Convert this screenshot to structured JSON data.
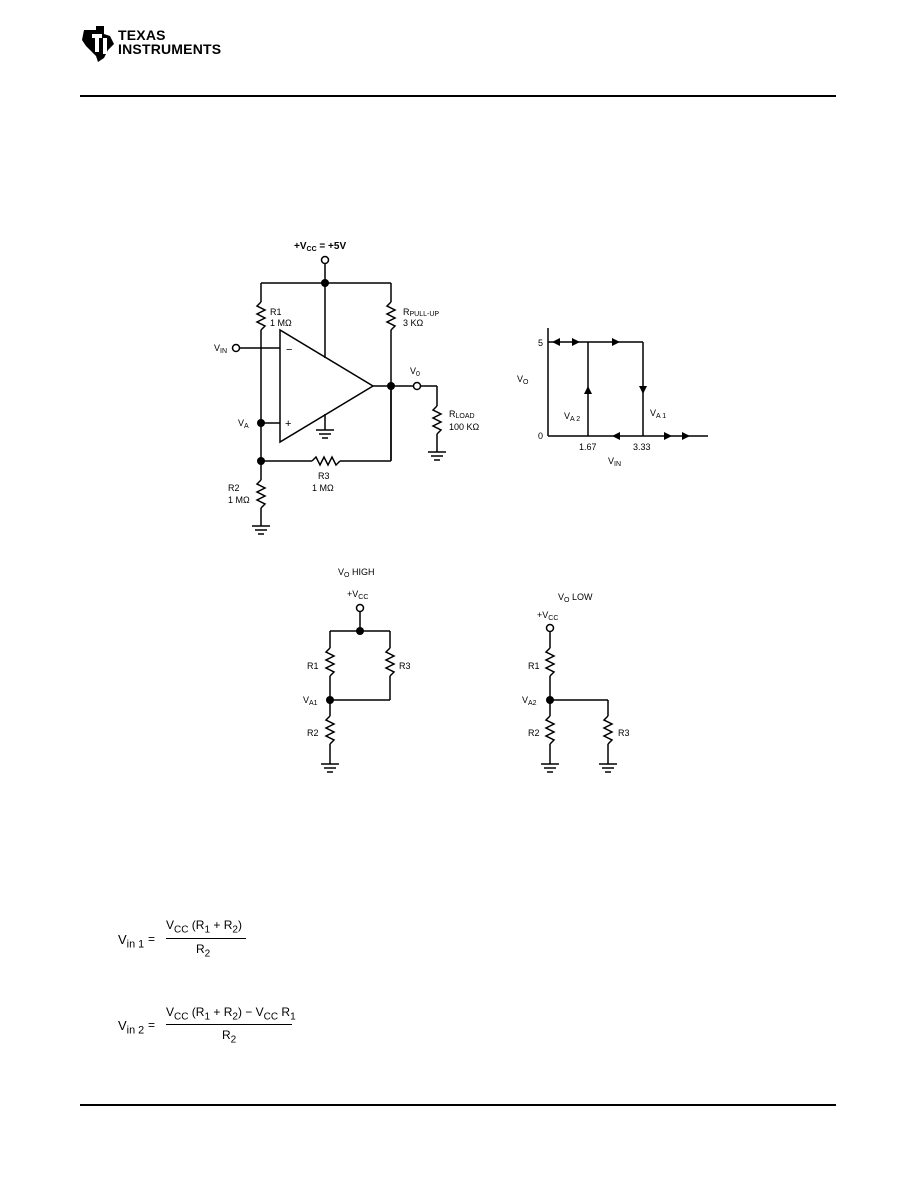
{
  "header": {
    "brand_line1": "TEXAS",
    "brand_line2": "INSTRUMENTS",
    "logo_icon": "ti-state-outline-icon"
  },
  "schematic": {
    "supply_label": "+V",
    "supply_sub": "CC",
    "supply_value": " = +5V",
    "r1_name": "R1",
    "r1_value": "1 MΩ",
    "rpullup_name": "R",
    "rpullup_sub": "PULL-UP",
    "rpullup_value": "3 KΩ",
    "vin_label": "V",
    "vin_sub": "IN",
    "va_label": "V",
    "va_sub": "A",
    "vo_label": "V",
    "vo_sub": "0",
    "rload_name": "R",
    "rload_sub": "LOAD",
    "rload_value": "100 KΩ",
    "r2_name": "R2",
    "r2_value": "1 MΩ",
    "r3_name": "R3",
    "r3_value": "1 MΩ",
    "minus_sign": "−",
    "plus_sign": "+"
  },
  "hysteresis": {
    "y_label": "V",
    "y_sub": "O",
    "y_tick_high": "5",
    "y_tick_low": "0",
    "x_tick_1": "1.67",
    "x_tick_2": "3.33",
    "x_label": "V",
    "x_sub": "IN",
    "va2_label": "V",
    "va2_sub": "A 2",
    "va1_label": "V",
    "va1_sub": "A 1"
  },
  "vo_high": {
    "title": "V",
    "title_sub": "O",
    "title_rest": " HIGH",
    "supply": "+V",
    "supply_sub": "CC",
    "r1": "R1",
    "r3": "R3",
    "node": "V",
    "node_sub": "A1",
    "r2": "R2"
  },
  "vo_low": {
    "title": "V",
    "title_sub": "O",
    "title_rest": " LOW",
    "supply": "+V",
    "supply_sub": "CC",
    "r1": "R1",
    "node": "V",
    "node_sub": "A2",
    "r2": "R2",
    "r3": "R3"
  },
  "equations": {
    "eq1_lhs": "V",
    "eq1_lhs_sub": "in 1",
    "eq1_num": "V",
    "eq1_num_sub": "CC",
    "eq1_num_rest": " (R",
    "eq1_num_r1sub": "1",
    "eq1_num_plus": " + R",
    "eq1_num_r2sub": "2",
    "eq1_num_close": ")",
    "eq1_den": "R",
    "eq1_den_sub": "2",
    "eq2_lhs": "V",
    "eq2_lhs_sub": "in 2",
    "eq2_num": "V",
    "eq2_num_sub": "CC",
    "eq2_num_rest": " (R",
    "eq2_num_r1sub": "1",
    "eq2_num_plus": " + R",
    "eq2_num_r2sub": "2",
    "eq2_num_close": ") − V",
    "eq2_num_vccsub": "CC",
    "eq2_num_tail": " R",
    "eq2_num_tail_sub": "1",
    "eq2_den": "R",
    "eq2_den_sub": "2",
    "equals": "="
  }
}
